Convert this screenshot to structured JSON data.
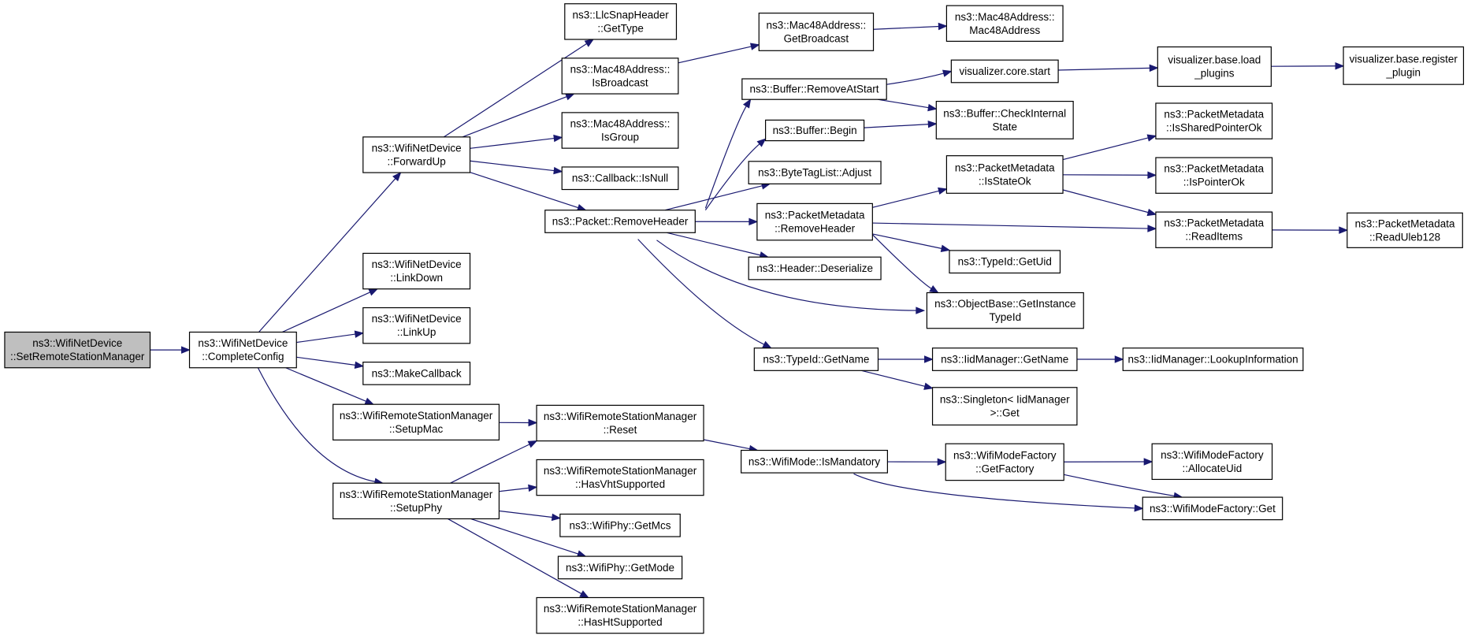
{
  "nodes": {
    "root": {
      "lines": [
        "ns3::WifiNetDevice",
        "::SetRemoteStationManager"
      ],
      "highlight": true
    },
    "cc": {
      "lines": [
        "ns3::WifiNetDevice",
        "::CompleteConfig"
      ]
    },
    "fwd": {
      "lines": [
        "ns3::WifiNetDevice",
        "::ForwardUp"
      ]
    },
    "ldown": {
      "lines": [
        "ns3::WifiNetDevice",
        "::LinkDown"
      ]
    },
    "lup": {
      "lines": [
        "ns3::WifiNetDevice",
        "::LinkUp"
      ]
    },
    "mkcb": {
      "lines": [
        "ns3::MakeCallback"
      ]
    },
    "smac": {
      "lines": [
        "ns3::WifiRemoteStationManager",
        "::SetupMac"
      ]
    },
    "sphy": {
      "lines": [
        "ns3::WifiRemoteStationManager",
        "::SetupPhy"
      ]
    },
    "llc": {
      "lines": [
        "ns3::LlcSnapHeader",
        "::GetType"
      ]
    },
    "isbc": {
      "lines": [
        "ns3::Mac48Address::",
        "IsBroadcast"
      ]
    },
    "isgrp": {
      "lines": [
        "ns3::Mac48Address::",
        "IsGroup"
      ]
    },
    "cbnull": {
      "lines": [
        "ns3::Callback::IsNull"
      ]
    },
    "remhdr": {
      "lines": [
        "ns3::Packet::RemoveHeader"
      ]
    },
    "reset": {
      "lines": [
        "ns3::WifiRemoteStationManager",
        "::Reset"
      ]
    },
    "hasvht": {
      "lines": [
        "ns3::WifiRemoteStationManager",
        "::HasVhtSupported"
      ]
    },
    "getmcs": {
      "lines": [
        "ns3::WifiPhy::GetMcs"
      ]
    },
    "getmode": {
      "lines": [
        "ns3::WifiPhy::GetMode"
      ]
    },
    "hasht": {
      "lines": [
        "ns3::WifiRemoteStationManager",
        "::HasHtSupported"
      ]
    },
    "getbc": {
      "lines": [
        "ns3::Mac48Address::",
        "GetBroadcast"
      ]
    },
    "mac48": {
      "lines": [
        "ns3::Mac48Address::",
        "Mac48Address"
      ]
    },
    "bufrem": {
      "lines": [
        "ns3::Buffer::RemoveAtStart"
      ]
    },
    "bufbegin": {
      "lines": [
        "ns3::Buffer::Begin"
      ]
    },
    "btladj": {
      "lines": [
        "ns3::ByteTagList::Adjust"
      ]
    },
    "pmremhdr": {
      "lines": [
        "ns3::PacketMetadata",
        "::RemoveHeader"
      ]
    },
    "hdrdes": {
      "lines": [
        "ns3::Header::Deserialize"
      ]
    },
    "tidname": {
      "lines": [
        "ns3::TypeId::GetName"
      ]
    },
    "ismand": {
      "lines": [
        "ns3::WifiMode::IsMandatory"
      ]
    },
    "vizstart": {
      "lines": [
        "visualizer.core.start"
      ]
    },
    "bufcheck": {
      "lines": [
        "ns3::Buffer::CheckInternal",
        "State"
      ]
    },
    "isstate": {
      "lines": [
        "ns3::PacketMetadata",
        "::IsStateOk"
      ]
    },
    "tiduid": {
      "lines": [
        "ns3::TypeId::GetUid"
      ]
    },
    "objbase": {
      "lines": [
        "ns3::ObjectBase::GetInstance",
        "TypeId"
      ]
    },
    "iidname": {
      "lines": [
        "ns3::IidManager::GetName"
      ]
    },
    "singleton": {
      "lines": [
        "ns3::Singleton< IidManager",
        ">::Get"
      ]
    },
    "getfact": {
      "lines": [
        "ns3::WifiModeFactory",
        "::GetFactory"
      ]
    },
    "vizload": {
      "lines": [
        "visualizer.base.load",
        "_plugins"
      ]
    },
    "isshared": {
      "lines": [
        "ns3::PacketMetadata",
        "::IsSharedPointerOk"
      ]
    },
    "isptr": {
      "lines": [
        "ns3::PacketMetadata",
        "::IsPointerOk"
      ]
    },
    "readitems": {
      "lines": [
        "ns3::PacketMetadata",
        "::ReadItems"
      ]
    },
    "lookup": {
      "lines": [
        "ns3::IidManager::LookupInformation"
      ]
    },
    "allocuid": {
      "lines": [
        "ns3::WifiModeFactory",
        "::AllocateUid"
      ]
    },
    "mfget": {
      "lines": [
        "ns3::WifiModeFactory::Get"
      ]
    },
    "vizreg": {
      "lines": [
        "visualizer.base.register",
        "_plugin"
      ]
    },
    "readuleb": {
      "lines": [
        "ns3::PacketMetadata",
        "::ReadUleb128"
      ]
    }
  },
  "edges": [
    [
      "root",
      "cc"
    ],
    [
      "cc",
      "fwd"
    ],
    [
      "cc",
      "ldown"
    ],
    [
      "cc",
      "lup"
    ],
    [
      "cc",
      "mkcb"
    ],
    [
      "cc",
      "smac"
    ],
    [
      "cc",
      "sphy"
    ],
    [
      "fwd",
      "llc"
    ],
    [
      "fwd",
      "isbc"
    ],
    [
      "fwd",
      "isgrp"
    ],
    [
      "fwd",
      "cbnull"
    ],
    [
      "fwd",
      "remhdr"
    ],
    [
      "smac",
      "reset"
    ],
    [
      "sphy",
      "reset"
    ],
    [
      "sphy",
      "hasvht"
    ],
    [
      "sphy",
      "getmcs"
    ],
    [
      "sphy",
      "getmode"
    ],
    [
      "sphy",
      "hasht"
    ],
    [
      "isbc",
      "getbc"
    ],
    [
      "getbc",
      "mac48"
    ],
    [
      "remhdr",
      "bufrem"
    ],
    [
      "remhdr",
      "bufbegin"
    ],
    [
      "remhdr",
      "btladj"
    ],
    [
      "remhdr",
      "pmremhdr"
    ],
    [
      "remhdr",
      "hdrdes"
    ],
    [
      "remhdr",
      "objbase"
    ],
    [
      "remhdr",
      "tidname"
    ],
    [
      "bufrem",
      "vizstart"
    ],
    [
      "bufrem",
      "bufcheck"
    ],
    [
      "bufbegin",
      "bufcheck"
    ],
    [
      "vizstart",
      "vizload"
    ],
    [
      "vizload",
      "vizreg"
    ],
    [
      "pmremhdr",
      "isstate"
    ],
    [
      "pmremhdr",
      "readitems"
    ],
    [
      "pmremhdr",
      "tiduid"
    ],
    [
      "pmremhdr",
      "objbase"
    ],
    [
      "isstate",
      "isshared"
    ],
    [
      "isstate",
      "isptr"
    ],
    [
      "isstate",
      "readitems"
    ],
    [
      "readitems",
      "readuleb"
    ],
    [
      "tidname",
      "iidname"
    ],
    [
      "tidname",
      "singleton"
    ],
    [
      "iidname",
      "lookup"
    ],
    [
      "reset",
      "ismand"
    ],
    [
      "ismand",
      "getfact"
    ],
    [
      "ismand",
      "mfget"
    ],
    [
      "getfact",
      "allocuid"
    ],
    [
      "getfact",
      "mfget"
    ]
  ]
}
